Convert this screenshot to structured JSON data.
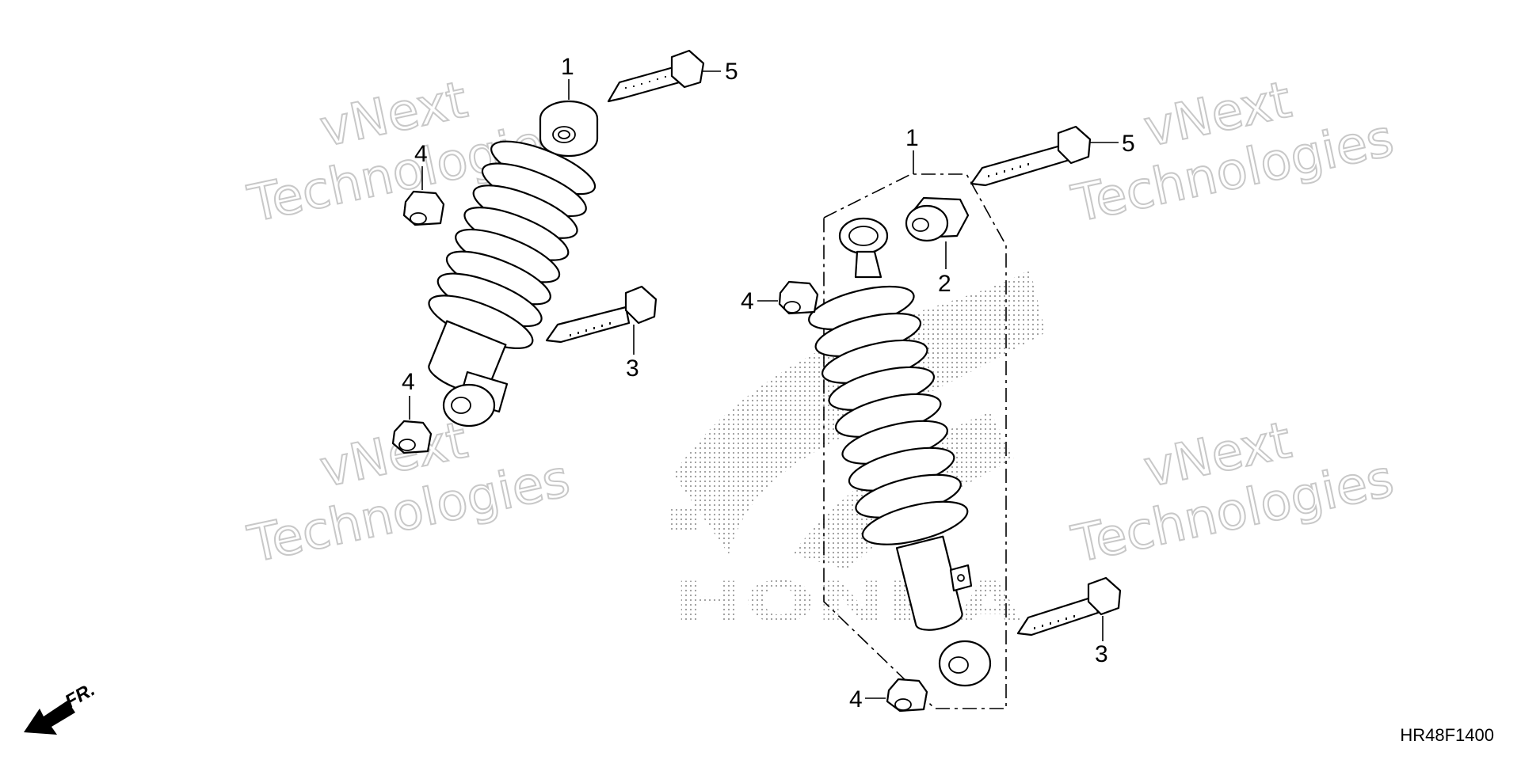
{
  "diagram_code": "HR48F1400",
  "direction_label": "FR.",
  "watermark": {
    "line1": "vNext",
    "line2": "Technologies"
  },
  "brand_logo_text": "HONDA",
  "callouts": {
    "left_shock_1": "1",
    "left_bolt_upper_5": "5",
    "left_nut_upper_4": "4",
    "left_bolt_lower_3": "3",
    "left_nut_lower_4": "4",
    "right_shock_1": "1",
    "right_bolt_upper_5": "5",
    "right_bushing_2": "2",
    "right_nut_upper_4": "4",
    "right_bolt_lower_3": "3",
    "right_nut_lower_4": "4"
  }
}
